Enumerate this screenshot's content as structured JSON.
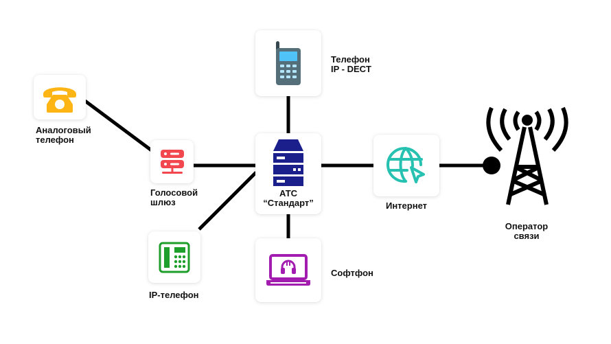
{
  "diagram": {
    "title": "",
    "nodes": {
      "analog_phone": {
        "label": [
          "Аналоговый",
          "телефон"
        ],
        "icon": "analog-phone-icon",
        "color": "#FDB515"
      },
      "voice_gateway": {
        "label": [
          "Голосовой",
          "шлюз"
        ],
        "icon": "server-gateway-icon",
        "color": "#F2474E"
      },
      "dect_phone": {
        "label": [
          "Телефон",
          "IP - DECT"
        ],
        "icon": "mobile-phone-icon",
        "color": "#546E7A",
        "screen_color": "#4FC3F7"
      },
      "pbx": {
        "label": [
          "АТС",
          "“Стандарт”"
        ],
        "icon": "server-rack-icon",
        "color": "#1A1F8C"
      },
      "internet": {
        "label": [
          "Интернет"
        ],
        "icon": "globe-cursor-icon",
        "color": "#26C1B1"
      },
      "operator": {
        "label": [
          "Оператор",
          "связи"
        ],
        "icon": "radio-tower-icon",
        "color": "#000000"
      },
      "ip_phone": {
        "label": [
          "IP-телефон"
        ],
        "icon": "ip-desk-phone-icon",
        "color": "#1E9E2A"
      },
      "softphone": {
        "label": [
          "Софтфон"
        ],
        "icon": "laptop-headset-icon",
        "color": "#A21CAF"
      }
    },
    "edges": [
      [
        "analog_phone",
        "voice_gateway"
      ],
      [
        "voice_gateway",
        "pbx"
      ],
      [
        "ip_phone",
        "pbx"
      ],
      [
        "dect_phone",
        "pbx"
      ],
      [
        "softphone",
        "pbx"
      ],
      [
        "pbx",
        "internet"
      ],
      [
        "internet",
        "operator"
      ]
    ]
  }
}
